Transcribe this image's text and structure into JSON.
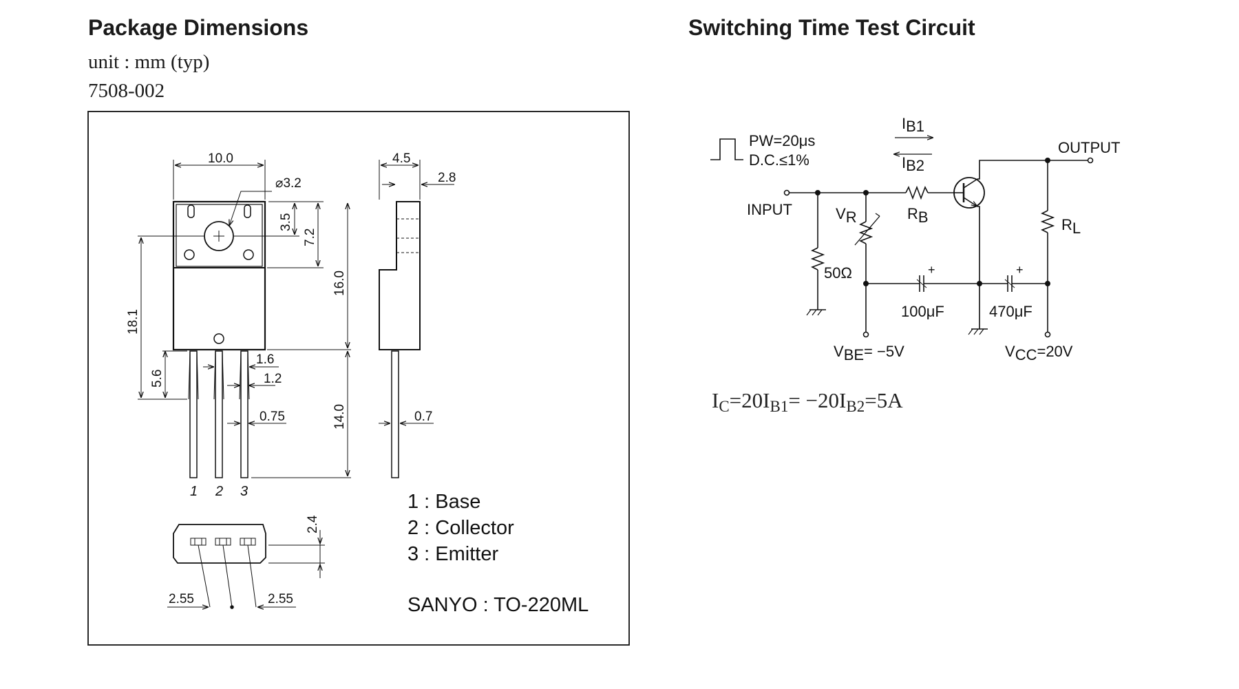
{
  "left": {
    "title": "Package Dimensions",
    "unit": "unit : mm (typ)",
    "code": "7508-002",
    "dims": {
      "width": "10.0",
      "hole": "3.2",
      "depth": "4.5",
      "tab": "2.8",
      "hole_pos": "3.5",
      "upper": "7.2",
      "body_h": "16.0",
      "overall": "18.1",
      "lead_h": "5.6",
      "pitch": "1.6",
      "lead_w": "1.2",
      "lead_t": "0.75",
      "lead_len": "14.0",
      "lead_side": "0.7",
      "bottom_h": "2.4",
      "spacing_l": "2.55",
      "spacing_r": "2.55"
    },
    "pins": [
      "1",
      "2",
      "3"
    ],
    "pin_names": [
      "1 : Base",
      "2 : Collector",
      "3 : Emitter"
    ],
    "package": "SANYO : TO-220ML"
  },
  "right": {
    "title": "Switching Time Test Circuit",
    "pw": "PW=20μs",
    "dc": "D.C.≤1%",
    "ib1": {
      "main": "I",
      "sub": "B1"
    },
    "ib2": {
      "main": "I",
      "sub": "B2"
    },
    "input": "INPUT",
    "output": "OUTPUT",
    "vr": {
      "main": "V",
      "sub": "R"
    },
    "rb": {
      "main": "R",
      "sub": "B"
    },
    "rl": {
      "main": "R",
      "sub": "L"
    },
    "r50": "50Ω",
    "c1": "100μF",
    "c2": "470μF",
    "plus": "+",
    "vbe": {
      "main": "V",
      "sub": "BE",
      "rest": "= −5V"
    },
    "vcc": {
      "main": "V",
      "sub": "CC",
      "rest": "=20V"
    },
    "formula": {
      "p1": "I",
      "s1": "C",
      "p2": "=20I",
      "s2": "B1",
      "p3": "= −20I",
      "s3": "B2",
      "p4": "=5A"
    }
  }
}
